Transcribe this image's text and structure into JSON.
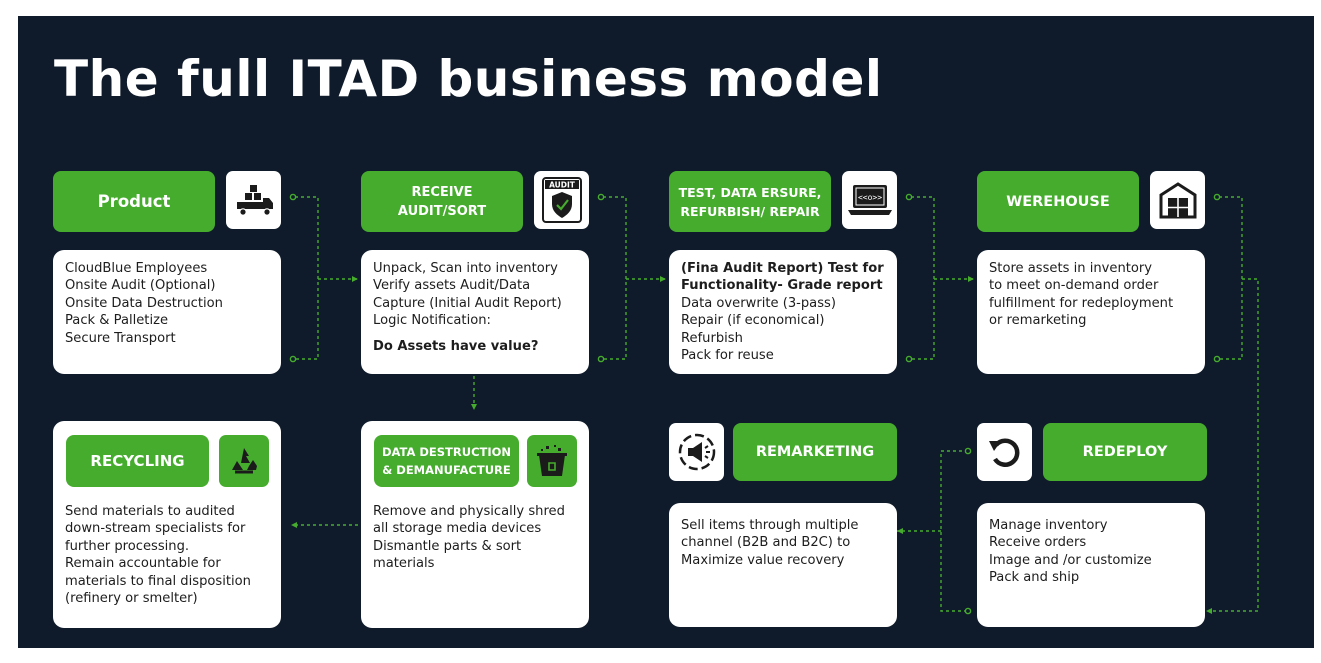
{
  "title": "The full ITAD business model",
  "colors": {
    "background": "#0f1b2a",
    "accent": "#46ac2e",
    "card": "#ffffff",
    "text": "#1d1d1d"
  },
  "stages": {
    "product": {
      "label": "Product",
      "icon": "truck-boxes-icon",
      "lines": [
        "CloudBlue Employees",
        "Onsite Audit (Optional)",
        "Onsite Data Destruction",
        "Pack & Palletize",
        "Secure Transport"
      ]
    },
    "receive": {
      "label": "RECEIVE\nAUDIT/SORT",
      "icon": "audit-shield-icon",
      "icon_text": "AUDIT",
      "lines": [
        "Unpack, Scan into inventory",
        "Verify assets Audit/Data",
        "Capture (Initial Audit Report)",
        "Logic Notification:"
      ],
      "question": "Do Assets have value?"
    },
    "test": {
      "label": "TEST, DATA ERSURE,\nREFURBISH/ REPAIR",
      "icon": "laptop-wipe-icon",
      "bold_lines": [
        "(Fina Audit Report) Test for",
        "Functionality- Grade report"
      ],
      "lines": [
        "Data overwrite (3-pass)",
        "Repair (if economical)",
        "Refurbish",
        "Pack for reuse"
      ]
    },
    "warehouse": {
      "label": "WEREHOUSE",
      "icon": "warehouse-icon",
      "lines": [
        "Store assets in inventory",
        "to meet on-demand order",
        "fulfillment for redeployment",
        "or remarketing"
      ]
    },
    "recycling": {
      "label": "RECYCLING",
      "icon": "recycle-icon",
      "lines": [
        "Send materials to audited",
        "down-stream specialists for",
        "further processing.",
        "Remain accountable for",
        "materials to final disposition",
        "(refinery or smelter)"
      ]
    },
    "destruction": {
      "label": "DATA DESTRUCTION\n& DEMANUFACTURE",
      "icon": "shredder-icon",
      "lines": [
        "Remove and physically shred",
        "all storage media devices",
        "Dismantle parts & sort",
        "materials"
      ]
    },
    "remarketing": {
      "label": "REMARKETING",
      "icon": "megaphone-icon",
      "lines": [
        "Sell items through multiple",
        "channel (B2B and B2C) to",
        "Maximize value recovery"
      ]
    },
    "redeploy": {
      "label": "REDEPLOY",
      "icon": "redeploy-arrow-icon",
      "lines": [
        "Manage inventory",
        "Receive orders",
        "Image and /or customize",
        "Pack and ship"
      ]
    }
  }
}
